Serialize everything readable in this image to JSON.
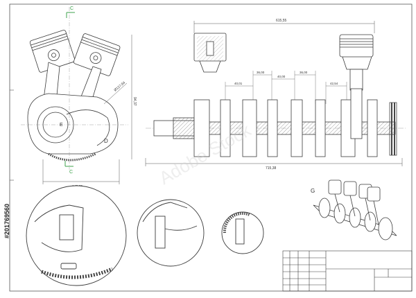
{
  "drawing": {
    "section_label_top": "C",
    "section_label_bottom": "C",
    "label_d": "D",
    "label_e": "E",
    "label_g": "G",
    "dim_left_width": "145,25",
    "dim_left_height": "94,37",
    "dim_left_diag": "Ø127,94",
    "dim_top_total": "615,55",
    "dim_bottom_total": "715,38",
    "dim_a": "40,01",
    "dim_b": "36,00",
    "dim_c": "40,00",
    "dim_d": "36,00",
    "dim_e": "42,54"
  },
  "watermark": "Adobe Stock",
  "stock_id": "#201769560",
  "colors": {
    "line": "#3a3a3a",
    "dim": "#555555",
    "hatch": "#777777",
    "section_mark": "#3fa34d"
  }
}
